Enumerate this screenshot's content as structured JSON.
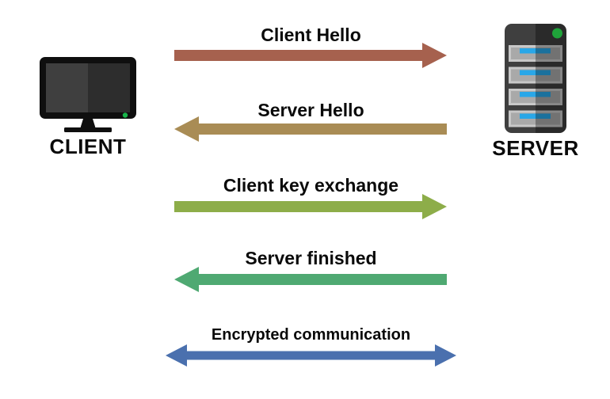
{
  "page": {
    "background": "#ffffff",
    "text_color": "#0a0a0a"
  },
  "nodes": {
    "client": "CLIENT",
    "server": "SERVER"
  },
  "messages": [
    {
      "label": "Client Hello",
      "direction": "right",
      "color": "#a6614e"
    },
    {
      "label": "Server Hello",
      "direction": "left",
      "color": "#a98c55"
    },
    {
      "label": "Client key exchange",
      "direction": "right",
      "color": "#8dad49"
    },
    {
      "label": "Server finished",
      "direction": "left",
      "color": "#4fa972"
    },
    {
      "label": "Encrypted communication",
      "direction": "both",
      "color": "#4a70ae"
    }
  ],
  "icons": {
    "monitor": {
      "bezel": "#0f0f0f",
      "screen": "#3f3f3f",
      "status_dot": "#18b54a"
    },
    "server": {
      "body": "#3f3f3f",
      "bay_frame": "#c8c8c8",
      "bay_inner": "#a9a9a9",
      "bay_stripe": "#29a7e8",
      "status_dot": "#1fa33a"
    }
  }
}
